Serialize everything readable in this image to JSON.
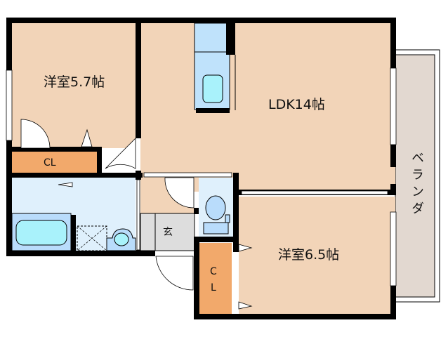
{
  "floorplan": {
    "colors": {
      "room": "#f2d4b8",
      "wet_area": "#dff0fc",
      "bathtub_bg": "#b9dcfb",
      "fixture": "#a9f2fb",
      "closet": "#f2a96b",
      "entrance": "#dddddd",
      "veranda": "#e2d8d0",
      "wall": "#000000"
    },
    "rooms": [
      {
        "id": "western-room-1",
        "label": "洋室5.7帖"
      },
      {
        "id": "ldk",
        "label": "LDK14帖"
      },
      {
        "id": "western-room-2",
        "label": "洋室6.5帖"
      },
      {
        "id": "closet-1",
        "label": "CL"
      },
      {
        "id": "closet-2",
        "label_line1": "C",
        "label_line2": "L"
      },
      {
        "id": "entrance",
        "label": "玄"
      },
      {
        "id": "veranda",
        "label": "ベランダ"
      }
    ]
  }
}
